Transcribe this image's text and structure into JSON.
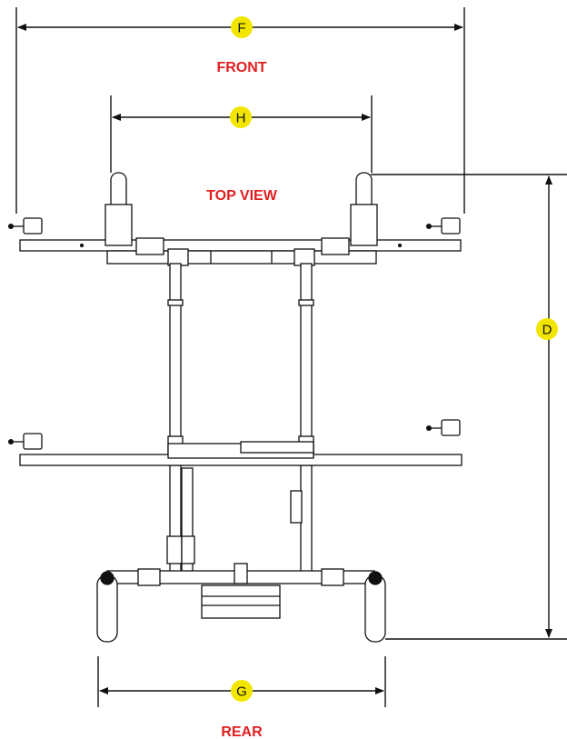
{
  "labels": {
    "front": "FRONT",
    "top_view": "TOP VIEW",
    "rear": "REAR"
  },
  "dimensions": {
    "f": "F",
    "h": "H",
    "d": "D",
    "g": "G"
  },
  "colors": {
    "label_red": "#e02020",
    "marker_yellow": "#f2e600",
    "line": "#111111"
  }
}
